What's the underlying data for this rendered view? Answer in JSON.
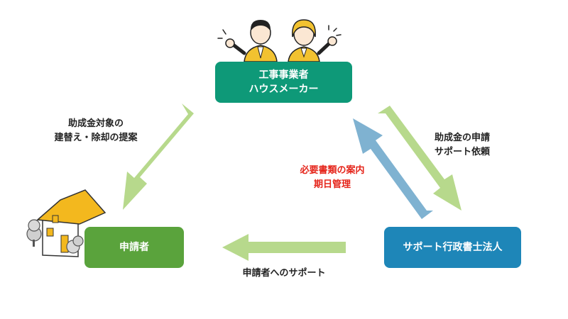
{
  "nodes": {
    "contractor": {
      "line1": "工事事業者",
      "line2": "ハウスメーカー"
    },
    "applicant": {
      "label": "申請者"
    },
    "support": {
      "label": "サポート行政書士法人"
    }
  },
  "labels": {
    "proposal": {
      "line1": "助成金対象の",
      "line2": "建替え・除却の提案"
    },
    "request": {
      "line1": "助成金の申請",
      "line2": "サポート依頼"
    },
    "docs": {
      "line1": "必要書類の案内",
      "line2": "期日管理"
    },
    "support_to_applicant": "申請者へのサポート"
  },
  "colors": {
    "contractor_fill": "#0e9978",
    "applicant_fill": "#5aa33c",
    "support_fill": "#1e86b8",
    "arrow_green": "#b7d98c",
    "arrow_blue": "#7fb2d1",
    "highlight_red": "#e5251b"
  },
  "icons": {
    "people": "business-people-cheering",
    "house": "house-with-trees"
  }
}
